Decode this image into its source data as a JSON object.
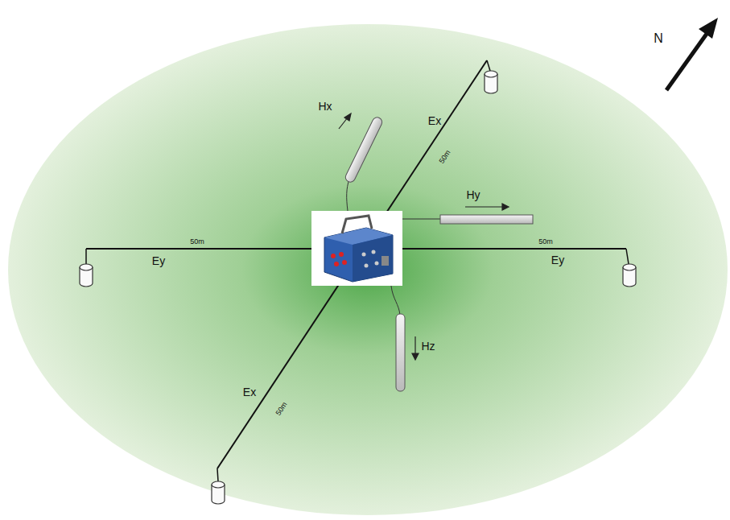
{
  "diagram": {
    "labels": [
      "N",
      "Hx",
      "Ex",
      "50m",
      "Hy",
      "50m",
      "50m",
      "Ey",
      "Ey",
      "Hz",
      "Ex",
      "50m"
    ]
  }
}
